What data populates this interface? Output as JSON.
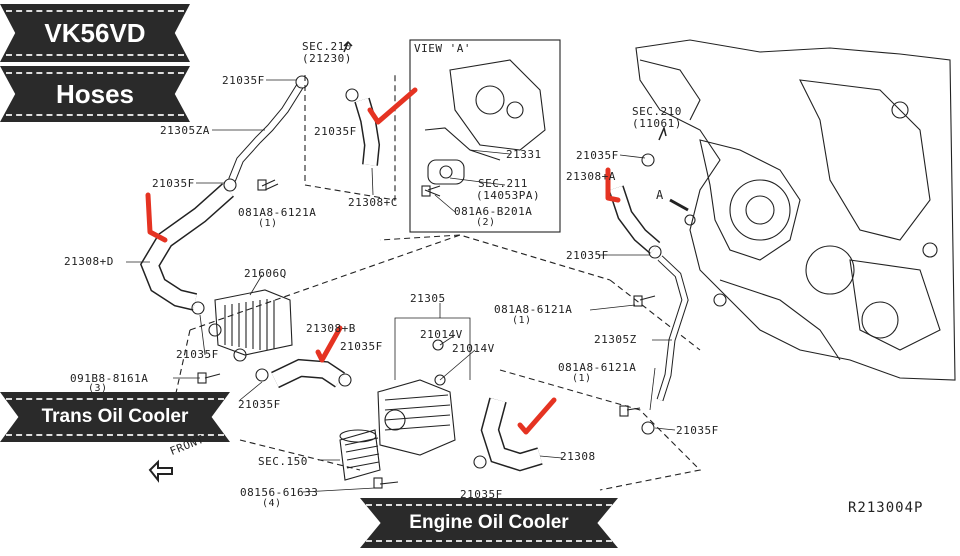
{
  "banners": {
    "model": "VK56VD",
    "section": "Hoses",
    "trans_oil_cooler": "Trans Oil Cooler",
    "engine_oil_cooler": "Engine Oil Cooler"
  },
  "view_box_title": "VIEW 'A'",
  "reference_code": "R213004P",
  "front_label": "FRONT",
  "arrow_a_label": "A",
  "accent_color": "#e53322",
  "callouts": {
    "c1": "SEC.210",
    "c1b": "(21230)",
    "c2": "21035F",
    "c3": "21035F",
    "c4": "21305ZA",
    "c5": "21035F",
    "c6": "21308+C",
    "c7": "081A8-6121A",
    "c7b": "(1)",
    "c8": "21308+D",
    "c9": "21606Q",
    "c10": "21035F",
    "c11": "091B8-8161A",
    "c11b": "(3)",
    "c12": "21035F",
    "c13": "21308+B",
    "c14": "21035F",
    "c15": "21305",
    "c16": "21014V",
    "c17": "21014V",
    "c18": "SEC.150",
    "c19": "08156-61633",
    "c19b": "(4)",
    "c20": "21035F",
    "c21": "21308",
    "c22": "21331",
    "c23": "SEC.211",
    "c23b": "(14053PA)",
    "c24": "081A6-B201A",
    "c24b": "(2)",
    "c25": "SEC.210",
    "c25b": "(11061)",
    "c26": "21035F",
    "c27": "21308+A",
    "c28": "21035F",
    "c29": "081A8-6121A",
    "c29b": "(1)",
    "c30": "21305Z",
    "c31": "081A8-6121A",
    "c31b": "(1)",
    "c32": "21035F"
  }
}
